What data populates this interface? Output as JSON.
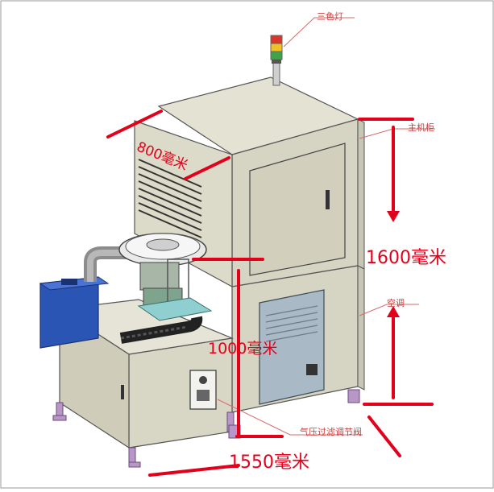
{
  "callouts": {
    "tower_light": "三色灯",
    "main_cabinet": "主机柜",
    "air_conditioner": "空调",
    "air_regulator": "气压过滤调节阀"
  },
  "dimensions": {
    "depth": "800毫米",
    "height": "1600毫米",
    "table_height": "1000毫米",
    "width": "1550毫米"
  },
  "colors": {
    "dimension_red": "#e3001b",
    "callout_red": "#d03a3a",
    "cabinet_fill": "#d9d7c4",
    "frame_purple": "#b996c8",
    "pump_blue": "#2b55b5"
  }
}
